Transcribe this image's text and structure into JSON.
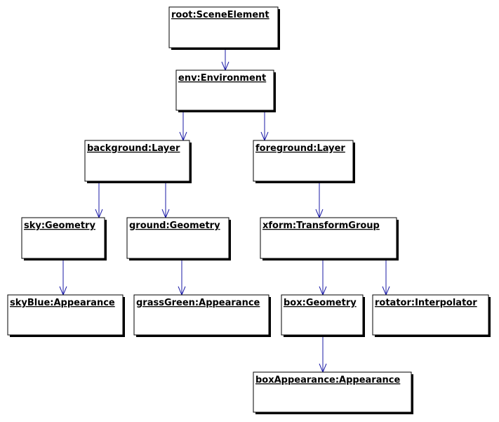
{
  "colors": {
    "edge": "#1a1aa6",
    "box_fill": "#ffffff",
    "box_stroke": "#000000",
    "shadow": "#000000"
  },
  "nodes": [
    {
      "id": "root",
      "label": "root:SceneElement"
    },
    {
      "id": "env",
      "label": "env:Environment"
    },
    {
      "id": "background",
      "label": "background:Layer"
    },
    {
      "id": "foreground",
      "label": "foreground:Layer"
    },
    {
      "id": "sky",
      "label": "sky:Geometry"
    },
    {
      "id": "ground",
      "label": "ground:Geometry"
    },
    {
      "id": "xform",
      "label": "xform:TransformGroup"
    },
    {
      "id": "skyBlue",
      "label": "skyBlue:Appearance"
    },
    {
      "id": "grassGreen",
      "label": "grassGreen:Appearance"
    },
    {
      "id": "box",
      "label": "box:Geometry"
    },
    {
      "id": "rotator",
      "label": "rotator:Interpolator"
    },
    {
      "id": "boxAppearance",
      "label": "boxAppearance:Appearance"
    }
  ],
  "edges": [
    {
      "from": "root",
      "to": "env"
    },
    {
      "from": "env",
      "to": "background"
    },
    {
      "from": "env",
      "to": "foreground"
    },
    {
      "from": "background",
      "to": "sky"
    },
    {
      "from": "background",
      "to": "ground"
    },
    {
      "from": "foreground",
      "to": "xform"
    },
    {
      "from": "sky",
      "to": "skyBlue"
    },
    {
      "from": "ground",
      "to": "grassGreen"
    },
    {
      "from": "xform",
      "to": "box"
    },
    {
      "from": "xform",
      "to": "rotator"
    },
    {
      "from": "box",
      "to": "boxAppearance"
    }
  ]
}
